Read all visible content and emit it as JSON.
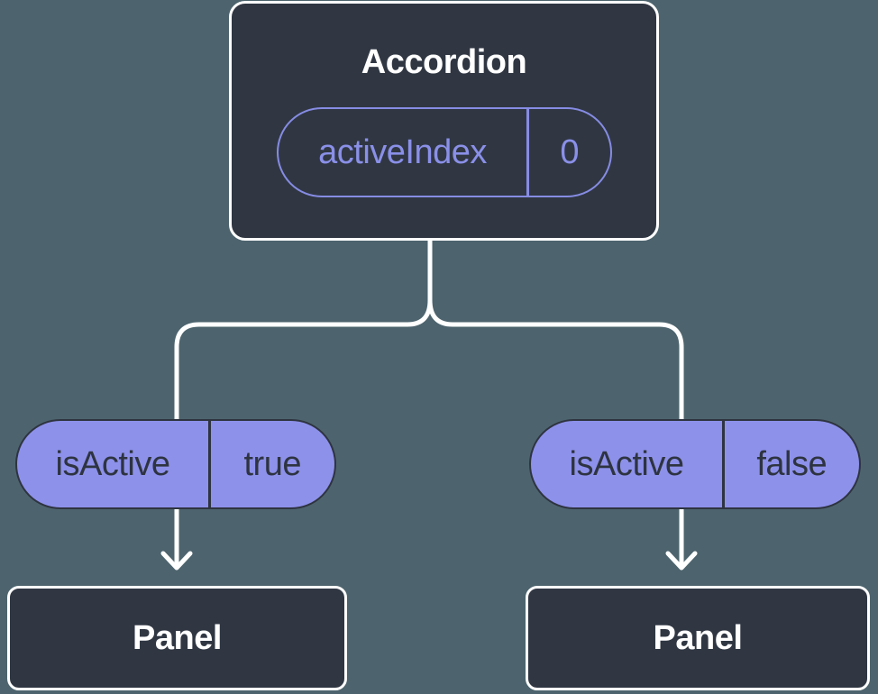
{
  "diagram": {
    "root": {
      "title": "Accordion",
      "state": {
        "name": "activeIndex",
        "value": "0"
      }
    },
    "children": [
      {
        "prop": {
          "name": "isActive",
          "value": "true"
        },
        "node_title": "Panel"
      },
      {
        "prop": {
          "name": "isActive",
          "value": "false"
        },
        "node_title": "Panel"
      }
    ]
  },
  "colors": {
    "background": "#4D646E",
    "node_fill": "#303743",
    "node_border": "#FFFFFF",
    "pill_fill": "#8D91EA",
    "pill_dark_text": "#2E3440",
    "accent_purple": "#868CE3",
    "connector": "#FFFFFF"
  }
}
